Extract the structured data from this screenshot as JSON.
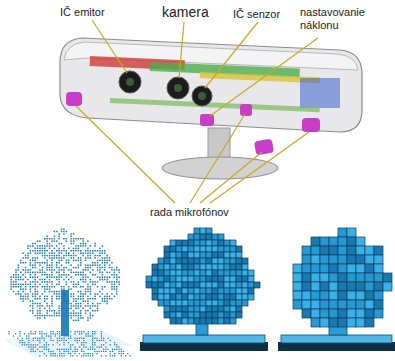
{
  "diagram": {
    "labels": [
      "IČ emitor",
      "kamera",
      "IČ senzor",
      "nastavovanie náklonu",
      "rada mikrofónov"
    ]
  }
}
